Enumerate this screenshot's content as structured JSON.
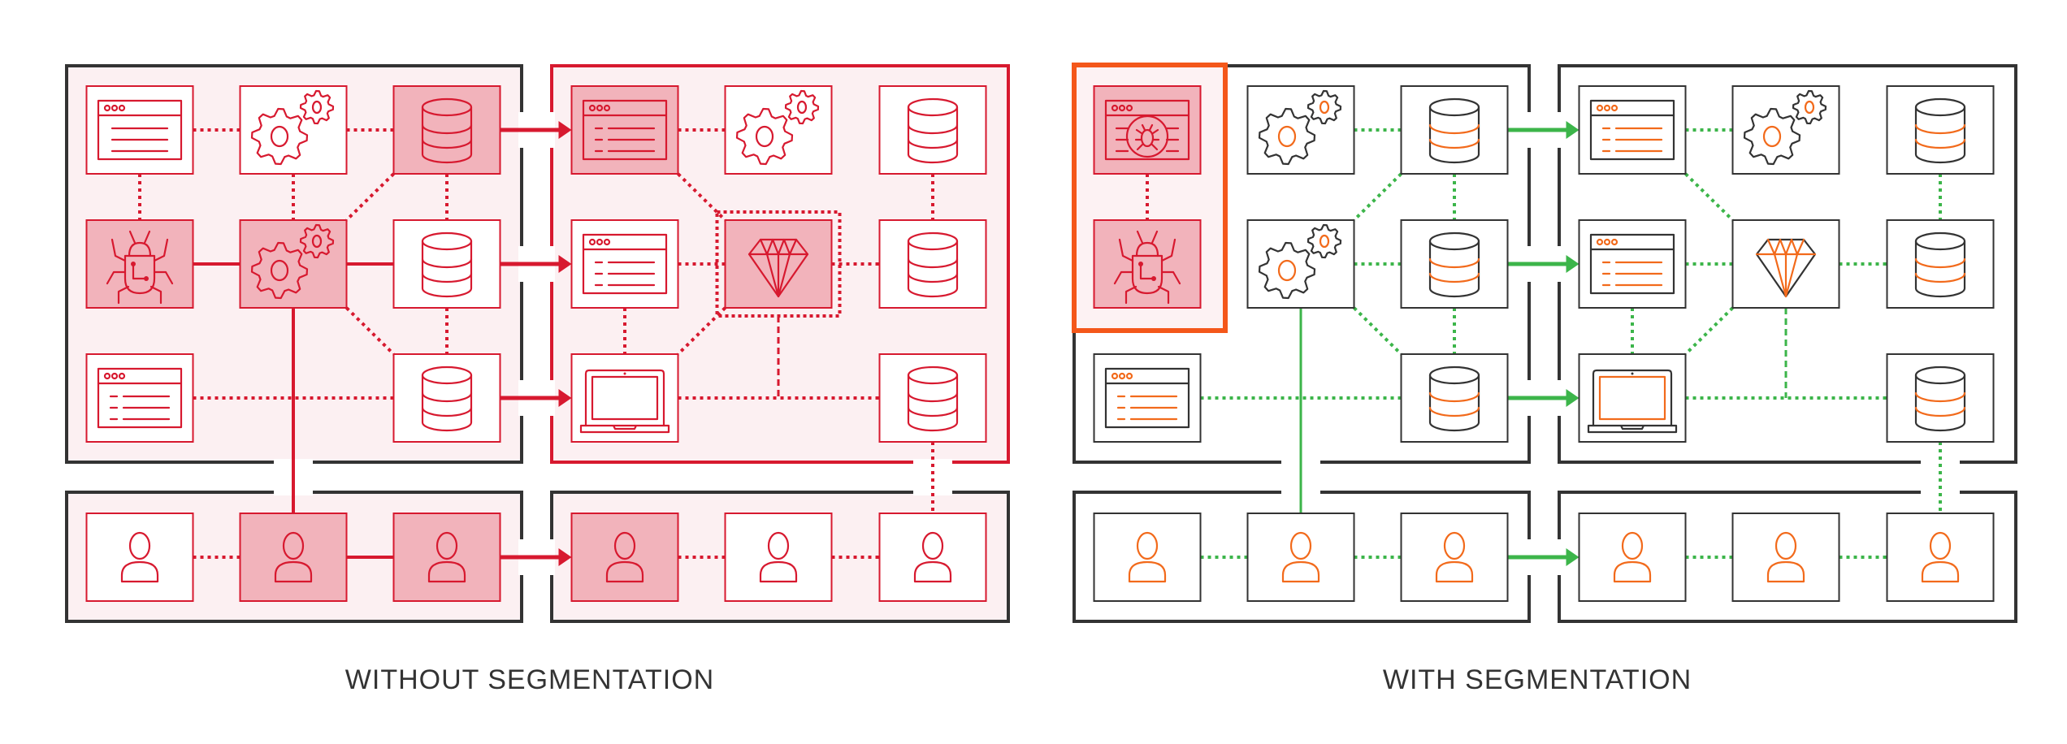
{
  "captions": {
    "left": "WITHOUT SEGMENTATION",
    "right": "WITH SEGMENTATION"
  },
  "colors": {
    "red": "#d7192f",
    "pink_zone": "#fcf0f2",
    "compromised_fill": "#f2b3bb",
    "green": "#3cb54a",
    "orange": "#f26a1b",
    "dark": "#333333",
    "highlight": "#f4571a"
  },
  "diagrams": [
    {
      "id": "without-segmentation",
      "nodes": [
        {
          "icon": "browser",
          "compromised": false
        },
        {
          "icon": "gears",
          "compromised": false
        },
        {
          "icon": "database",
          "compromised": true
        },
        {
          "icon": "browser-list",
          "compromised": true
        },
        {
          "icon": "gears",
          "compromised": false
        },
        {
          "icon": "database",
          "compromised": false
        },
        {
          "icon": "bug",
          "compromised": true
        },
        {
          "icon": "gears",
          "compromised": true
        },
        {
          "icon": "database",
          "compromised": false
        },
        {
          "icon": "browser-list",
          "compromised": false
        },
        {
          "icon": "gem",
          "compromised": true,
          "ring": true
        },
        {
          "icon": "database",
          "compromised": false
        },
        {
          "icon": "browser-list",
          "compromised": false
        },
        {
          "icon": "database",
          "compromised": false
        },
        {
          "icon": "laptop",
          "compromised": false
        },
        {
          "icon": "database",
          "compromised": false
        },
        {
          "icon": "user",
          "compromised": false
        },
        {
          "icon": "user",
          "compromised": true
        },
        {
          "icon": "user",
          "compromised": true
        },
        {
          "icon": "user",
          "compromised": true
        },
        {
          "icon": "user",
          "compromised": false
        },
        {
          "icon": "user",
          "compromised": false
        }
      ],
      "links": {
        "dotted": [
          [
            0,
            1
          ],
          [
            1,
            2
          ],
          [
            3,
            4
          ],
          [
            0,
            6
          ],
          [
            1,
            7
          ],
          [
            2,
            8
          ],
          [
            5,
            11
          ],
          [
            9,
            10
          ],
          [
            10,
            11
          ],
          [
            8,
            13
          ],
          [
            9,
            14
          ],
          [
            12,
            13
          ],
          [
            14,
            15
          ],
          [
            15,
            21
          ],
          [
            16,
            17
          ],
          [
            19,
            20
          ],
          [
            20,
            21
          ],
          [
            2,
            7
          ],
          [
            7,
            13
          ],
          [
            3,
            10
          ],
          [
            10,
            14
          ]
        ],
        "dotted_alt": [],
        "solid": [
          [
            6,
            7
          ],
          [
            7,
            8
          ],
          [
            7,
            17
          ],
          [
            17,
            18
          ]
        ],
        "arrows": [
          [
            2,
            3
          ],
          [
            8,
            9
          ],
          [
            13,
            14
          ],
          [
            18,
            19
          ]
        ],
        "drop": [
          10
        ]
      }
    },
    {
      "id": "with-segmentation",
      "nodes": [
        {
          "icon": "browser-bug",
          "compromised": true
        },
        {
          "icon": "gears",
          "compromised": false
        },
        {
          "icon": "database",
          "compromised": false
        },
        {
          "icon": "browser-list",
          "compromised": false
        },
        {
          "icon": "gears",
          "compromised": false
        },
        {
          "icon": "database",
          "compromised": false
        },
        {
          "icon": "bug",
          "compromised": true
        },
        {
          "icon": "gears",
          "compromised": false
        },
        {
          "icon": "database",
          "compromised": false
        },
        {
          "icon": "browser-list",
          "compromised": false
        },
        {
          "icon": "gem",
          "compromised": false
        },
        {
          "icon": "database",
          "compromised": false
        },
        {
          "icon": "browser-list",
          "compromised": false
        },
        {
          "icon": "database",
          "compromised": false
        },
        {
          "icon": "laptop",
          "compromised": false
        },
        {
          "icon": "database",
          "compromised": false
        },
        {
          "icon": "user",
          "compromised": false
        },
        {
          "icon": "user",
          "compromised": false
        },
        {
          "icon": "user",
          "compromised": false
        },
        {
          "icon": "user",
          "compromised": false
        },
        {
          "icon": "user",
          "compromised": false
        },
        {
          "icon": "user",
          "compromised": false
        }
      ],
      "links": {
        "dotted": [
          [
            1,
            2
          ],
          [
            3,
            4
          ],
          [
            2,
            8
          ],
          [
            5,
            11
          ],
          [
            9,
            10
          ],
          [
            10,
            11
          ],
          [
            7,
            8
          ],
          [
            8,
            13
          ],
          [
            9,
            14
          ],
          [
            12,
            13
          ],
          [
            14,
            15
          ],
          [
            15,
            21
          ],
          [
            16,
            17
          ],
          [
            17,
            18
          ],
          [
            19,
            20
          ],
          [
            20,
            21
          ],
          [
            2,
            7
          ],
          [
            7,
            13
          ],
          [
            3,
            10
          ],
          [
            10,
            14
          ]
        ],
        "dotted_alt": [
          [
            0,
            6
          ]
        ],
        "solid": [
          [
            7,
            17
          ]
        ],
        "arrows": [
          [
            2,
            3
          ],
          [
            8,
            9
          ],
          [
            13,
            14
          ],
          [
            18,
            19
          ]
        ],
        "drop": [
          10
        ]
      }
    }
  ]
}
